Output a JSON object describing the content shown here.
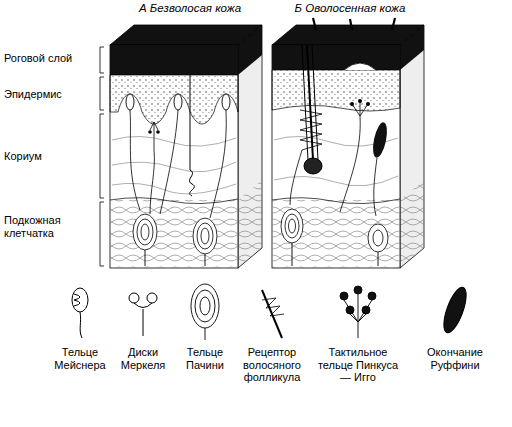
{
  "diagram": {
    "labels": [
      "А Безволосая кожа",
      "Б Оволосенная кожа",
      "Роговой слой",
      "Эпидермис",
      "Кориум",
      "Подкожная клетчатка",
      "Тельце Мейснера",
      "Диски Меркеля",
      "Тельце Пачини",
      "Рецептор волосяного фолликула",
      "Тактильное тельце Пинкуса — Игго",
      "Окончание Руффини"
    ]
  }
}
